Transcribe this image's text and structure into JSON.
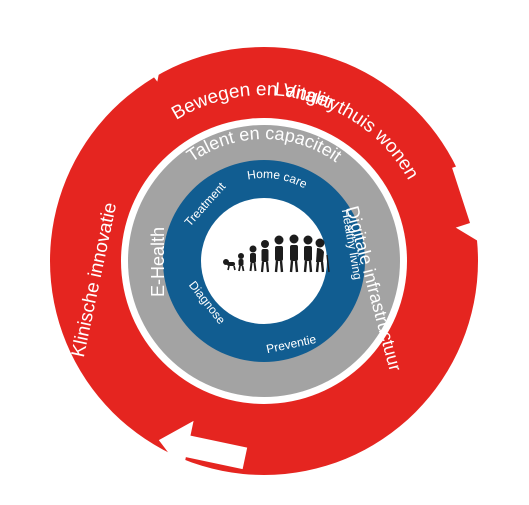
{
  "colors": {
    "outer_ring": "#e52520",
    "middle_ring": "#a3a3a3",
    "inner_ring": "#115d91",
    "center": "#ffffff",
    "arrow": "#ffffff",
    "people": "#1c1c1c"
  },
  "outer_ring": {
    "labels": {
      "top_right": "Langer thuis wonen",
      "bottom_right": "Bewegen en Vitality",
      "left": "Klinische innovatie"
    },
    "arrow_count": 3
  },
  "middle_ring": {
    "labels": {
      "top": "Talent en capaciteit",
      "right": "Digitale infrastructuur",
      "left": "E-Health"
    }
  },
  "inner_ring": {
    "labels": {
      "top": "Home care",
      "top_left": "Treatment",
      "right": "Healthy living",
      "bottom_left": "Diagnose",
      "bottom": "Preventie"
    }
  },
  "center": {
    "icon": "ages-of-life-people-icon"
  }
}
